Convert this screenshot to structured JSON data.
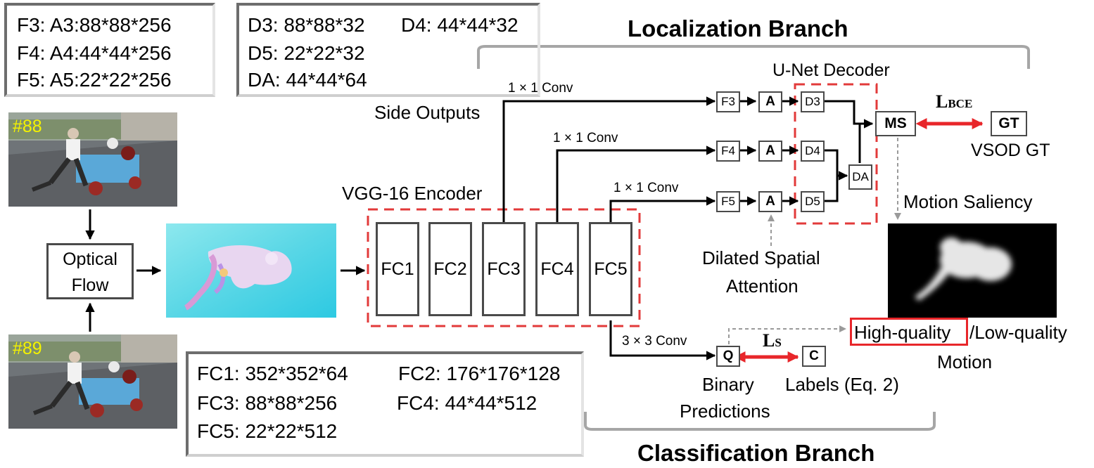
{
  "info_boxes": {
    "attention": [
      "F3: A3:88*88*256",
      "F4: A4:44*44*256",
      "F5: A5:22*22*256"
    ],
    "decoder": [
      "D3: 88*88*32",
      "D4: 44*44*32",
      "D5: 22*22*32",
      "DA: 44*44*64"
    ],
    "encoder": [
      "FC1: 352*352*64",
      "FC2: 176*176*128",
      "FC3: 88*88*256",
      "FC4:  44*44*512",
      "FC5: 22*22*512"
    ]
  },
  "frames": {
    "top": "#88",
    "bottom": "#89"
  },
  "optical_flow": {
    "line1": "Optical",
    "line2": "Flow"
  },
  "encoder": {
    "title": "VGG-16 Encoder",
    "blocks": [
      "FC1",
      "FC2",
      "FC3",
      "FC4",
      "FC5"
    ]
  },
  "localization": {
    "title": "Localization Branch",
    "side_outputs": "Side Outputs",
    "conv_label": "1 × 1 Conv",
    "features": [
      "F3",
      "F4",
      "F5"
    ],
    "attention_label": "A",
    "decoder_title": "U-Net Decoder",
    "decoder_nodes": [
      "D3",
      "D4",
      "D5",
      "DA"
    ],
    "ms_label": "MS",
    "gt_label": "GT",
    "loss_main": "L",
    "loss_sub": "BCE",
    "gt_caption": "VSOD GT",
    "motion_saliency": "Motion Saliency",
    "spatial_attention_line1": "Dilated Spatial",
    "spatial_attention_line2": "Attention"
  },
  "classification": {
    "title": "Classification Branch",
    "conv_label": "3 × 3 Conv",
    "q_label": "Q",
    "c_label": "C",
    "loss_main": "L",
    "loss_sub": "S",
    "binary_line1": "Binary",
    "binary_line2": "Predictions",
    "labels_caption": "Labels (Eq. 2)",
    "quality_high": "High-quality",
    "quality_rest": "/Low-quality",
    "motion": "Motion"
  },
  "colors": {
    "accent_red": "#e8262a",
    "dashed_red": "#e23a3a",
    "box_gray": "#4a4a4a",
    "bracket_gray": "#a6a6a6",
    "frame_number": "#f5f300",
    "flow_cyan": "#4fd9ea"
  }
}
